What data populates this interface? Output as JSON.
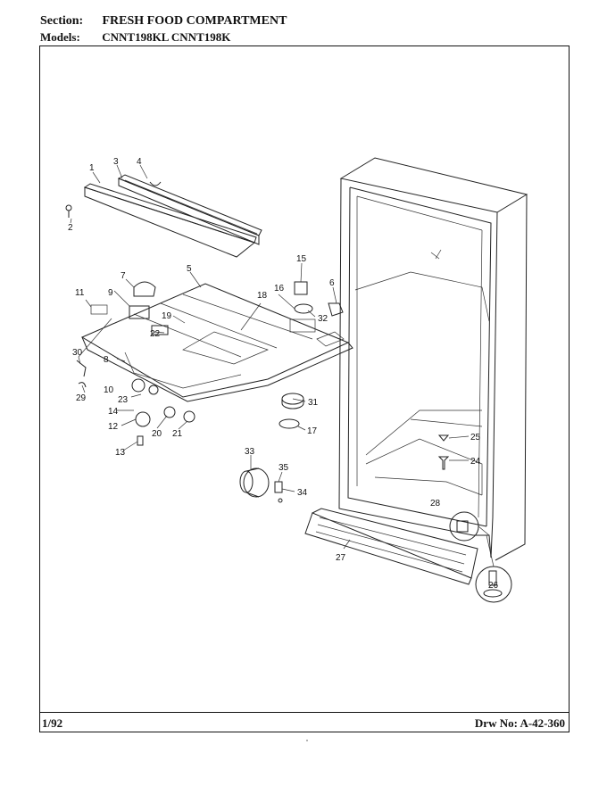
{
  "header": {
    "section_label": "Section:",
    "section_value": "FRESH FOOD COMPARTMENT",
    "models_label": "Models:",
    "models_value": "CNNT198KL  CNNT198K"
  },
  "footer": {
    "date": "1/92",
    "drawing_number": "Drw No: A-42-360"
  },
  "callouts": [
    "1",
    "2",
    "3",
    "4",
    "5",
    "6",
    "7",
    "8",
    "9",
    "10",
    "11",
    "12",
    "13",
    "14",
    "15",
    "16",
    "17",
    "18",
    "19",
    "20",
    "21",
    "22",
    "23",
    "24",
    "25",
    "26",
    "27",
    "28",
    "29",
    "30",
    "31",
    "32",
    "33",
    "34",
    "35"
  ]
}
